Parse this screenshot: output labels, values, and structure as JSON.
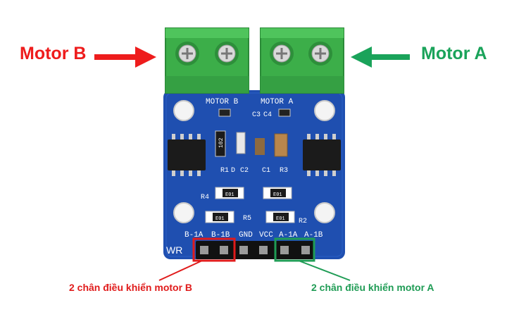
{
  "labels": {
    "motor_b": "Motor B",
    "motor_a": "Motor A",
    "pins_b": "2 chân điều khiển motor B",
    "pins_a": "2 chân điều khiển motor A"
  },
  "silkscreen": {
    "motor_b": "MOTOR B",
    "motor_a": "MOTOR A",
    "c3": "C3",
    "c4": "C4",
    "r1": "R1",
    "c2": "C2",
    "d": "D",
    "c1": "C1",
    "r3": "R3",
    "r4": "R4",
    "r5": "R5",
    "r2": "R2",
    "chip_102": "102",
    "chip_e01_1": "E01",
    "chip_e01_2": "E01",
    "chip_e01_3": "E01",
    "chip_e01_4": "E01",
    "pin_b1a": "B-1A",
    "pin_b1b": "B-1B",
    "pin_gnd": "GND",
    "pin_vcc": "VCC",
    "pin_a1a": "A-1A",
    "pin_a1b": "A-1B",
    "brand": "WR"
  },
  "colors": {
    "motor_b": "#ee1c1c",
    "motor_a": "#1aa35a",
    "pcb": "#1f4fb0",
    "terminal": "#3cae49"
  }
}
